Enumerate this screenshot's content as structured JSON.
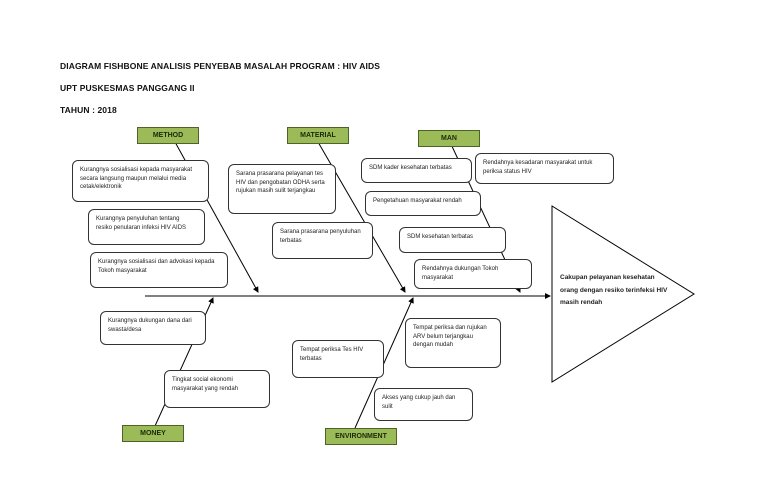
{
  "header": {
    "title": "DIAGRAM FISHBONE ANALISIS PENYEBAB MASALAH PROGRAM  :  HIV AIDS",
    "unit": "UPT PUSKESMAS PANGGANG II",
    "year": "TAHUN : 2018"
  },
  "categories": {
    "method": "METHOD",
    "material": "MATERIAL",
    "man": "MAN",
    "money": "MONEY",
    "environment": "ENVIRONMENT"
  },
  "causes": {
    "method_1": "Kurangnya sosialisasi kepada masyarakat  secara langsung maupun melalui media cetak/elektronik",
    "method_2": "Kurangnya penyuluhan tentang resiko penularan infeksi HIV AIDS",
    "method_3": "Kurangnya sosialisasi dan advokasi kepada Tokoh masyarakat",
    "material_1": "Sarana prasarana pelayanan tes HIV dan pengobatan ODHA serta rujukan masih sulit terjangkau",
    "material_2": "Sarana prasarana penyuluhan terbatas",
    "man_1": "SDM kader kesehatan terbatas",
    "man_2": "Rendahnya kesadaran masyarakat untuk periksa status HIV",
    "man_3": "Pengetahuan masyarakat rendah",
    "man_4": "SDM kesehatan terbatas",
    "man_5": "Rendahnya dukungan Tokoh masyarakat",
    "money_1": "Kurangnya dukungan dana dari swasta/desa",
    "money_2": "Tingkat social ekonomi masyarakat yang rendah",
    "environment_1": "Tempat periksa Tes HIV terbatas",
    "environment_2": "Tempat periksa dan rujukan ARV belum terjangkau dengan mudah",
    "environment_3": "Akses yang cukup jauh dan sulit"
  },
  "effect": "Cakupan pelayanan kesehatan orang dengan resiko terinfeksi HIV masih rendah",
  "colors": {
    "category_fill": "#9bbb59",
    "category_border": "#4f6228",
    "line": "#000000"
  }
}
